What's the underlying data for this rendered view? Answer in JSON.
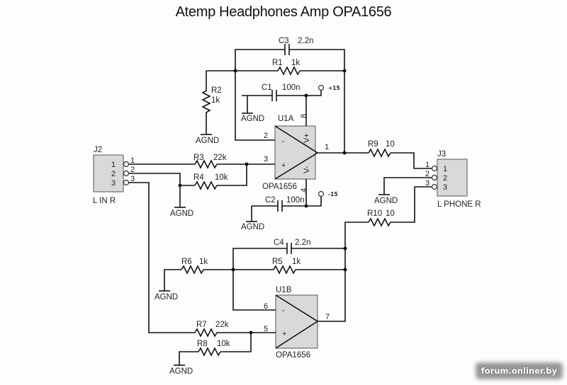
{
  "title": "Atemp Headphones Amp OPA1656",
  "watermark": "forum.onliner.by",
  "ground_label": "AGND",
  "power": {
    "positive": "+15",
    "negative": "-15"
  },
  "connectors": {
    "J2": {
      "ref": "J2",
      "caption": "L IN R",
      "pins": [
        "1",
        "2",
        "3"
      ]
    },
    "J3": {
      "ref": "J3",
      "caption": "L PHONE R",
      "pins": [
        "1",
        "2",
        "3"
      ]
    }
  },
  "opamps": {
    "U1A": {
      "ref": "U1A",
      "part": "OPA1656",
      "inv_pin": "2",
      "noninv_pin": "3",
      "out_pin": "1",
      "vplus_pin": "8",
      "vminus_pin": "4",
      "vplus_label": "V+",
      "vminus_label": "V-"
    },
    "U1B": {
      "ref": "U1B",
      "part": "OPA1656",
      "inv_pin": "6",
      "noninv_pin": "5",
      "out_pin": "7"
    }
  },
  "opamp_signs": {
    "minus": "-",
    "plus": "+"
  },
  "resistors": {
    "R1": {
      "ref": "R1",
      "value": "1k"
    },
    "R2": {
      "ref": "R2",
      "value": "1k"
    },
    "R3": {
      "ref": "R3",
      "value": "22k"
    },
    "R4": {
      "ref": "R4",
      "value": "10k"
    },
    "R5": {
      "ref": "R5",
      "value": "1k"
    },
    "R6": {
      "ref": "R6",
      "value": "1k"
    },
    "R7": {
      "ref": "R7",
      "value": "22k"
    },
    "R8": {
      "ref": "R8",
      "value": "10k"
    },
    "R9": {
      "ref": "R9",
      "value": "10"
    },
    "R10": {
      "ref": "R10",
      "value": "10"
    }
  },
  "capacitors": {
    "C1": {
      "ref": "C1",
      "value": "100n"
    },
    "C2": {
      "ref": "C2",
      "value": "100n"
    },
    "C3": {
      "ref": "C3",
      "value": "2.2n"
    },
    "C4": {
      "ref": "C4",
      "value": "2.2n"
    }
  }
}
